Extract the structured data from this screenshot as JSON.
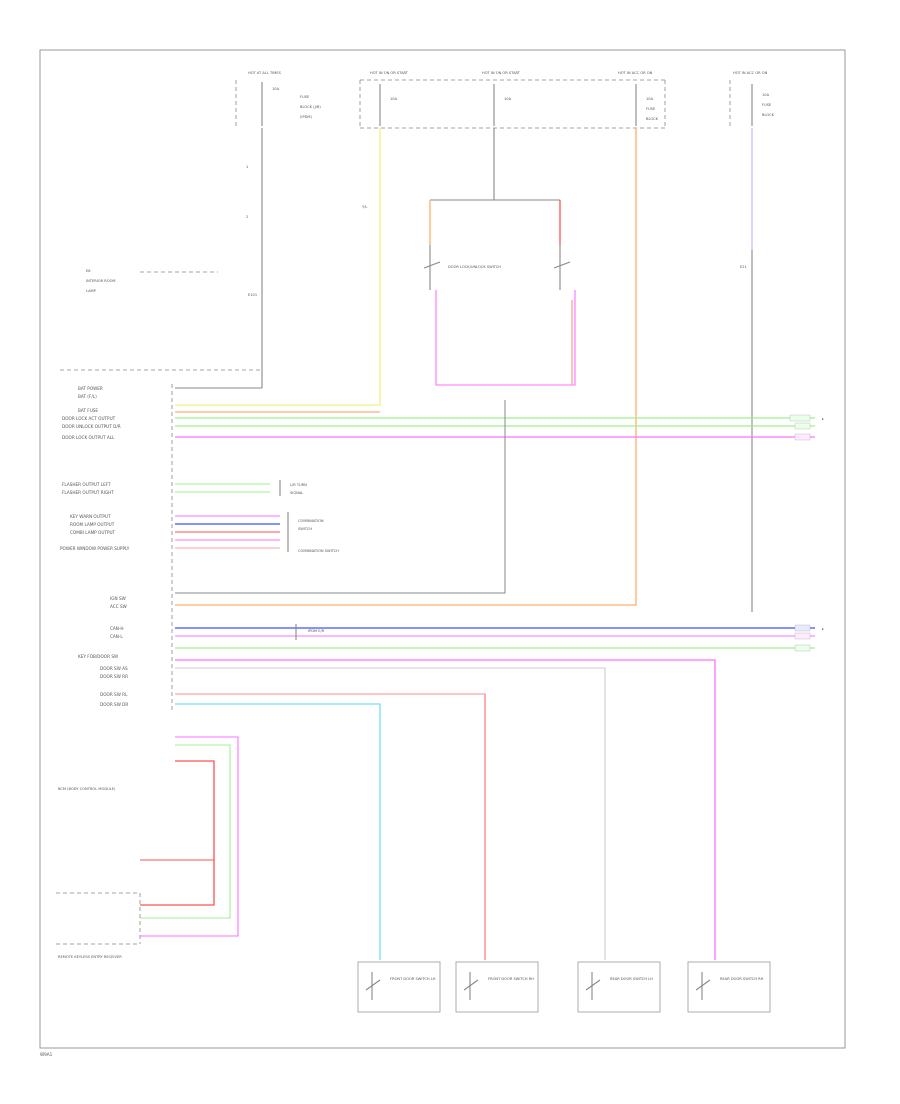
{
  "footer_code": "W9A1",
  "colors": {
    "frame": "#999999",
    "black_wire": "#888888",
    "yellow_wire": "#f0f080",
    "orange_wire": "#ffb070",
    "green_wire": "#a0f090",
    "magenta_wire": "#ff70ff",
    "pink_wire": "#ffa0a0",
    "blue_wire": "#4050ff",
    "lightblue_wire": "#70e0ff",
    "violet_wire": "#c0c0ff",
    "red_wire": "#ff5050",
    "grey_wire": "#cccccc"
  },
  "top_labels": {
    "fuse_a": "HOT AT ALL TIMES",
    "fuse_b": "HOT IN ON OR START",
    "fuse_c": "HOT IN ON OR START",
    "fuse_d": "HOT IN ACC OR ON",
    "fuse_e": "HOT IN ACC OR ON"
  },
  "ecu_pins": [
    "BAT POWER",
    "BAT (F/L)",
    "BAT FUSE",
    "DOOR LOCK ACT OUTPUT",
    "DOOR UNLOCK OUTPUT D/R",
    "DOOR LOCK OUTPUT ALL",
    "FLASHER OUTPUT LEFT",
    "FLASHER OUTPUT RIGHT",
    "KEY WARN OUTPUT",
    "ROOM LAMP OUTPUT",
    "COMBI LAMP OUTPUT",
    "POWER WINDOW POWER SUPPLY",
    "IGN SW",
    "ACC SW",
    "CAN-H",
    "CAN-L",
    "KEY FOB/DOOR SW",
    "DOOR SW AS",
    "DOOR SW RR",
    "DOOR SW RL",
    "DOOR SW DR"
  ],
  "component_labels": {
    "bcm": "BCM (BODY CONTROL MODULE)",
    "door_lock_unlock_switch": "DOOR LOCK/UNLOCK SWITCH",
    "combination_switch": "COMBINATION SWITCH",
    "ipdm": "IPDM E/R",
    "keyfob_unit": "REMOTE KEYLESS ENTRY RECEIVER",
    "door_switch_fl": "FRONT DOOR SWITCH LH",
    "door_switch_fr": "FRONT DOOR SWITCH RH",
    "door_switch_rl": "REAR DOOR SWITCH LH",
    "door_switch_rr": "REAR DOOR SWITCH RH"
  }
}
